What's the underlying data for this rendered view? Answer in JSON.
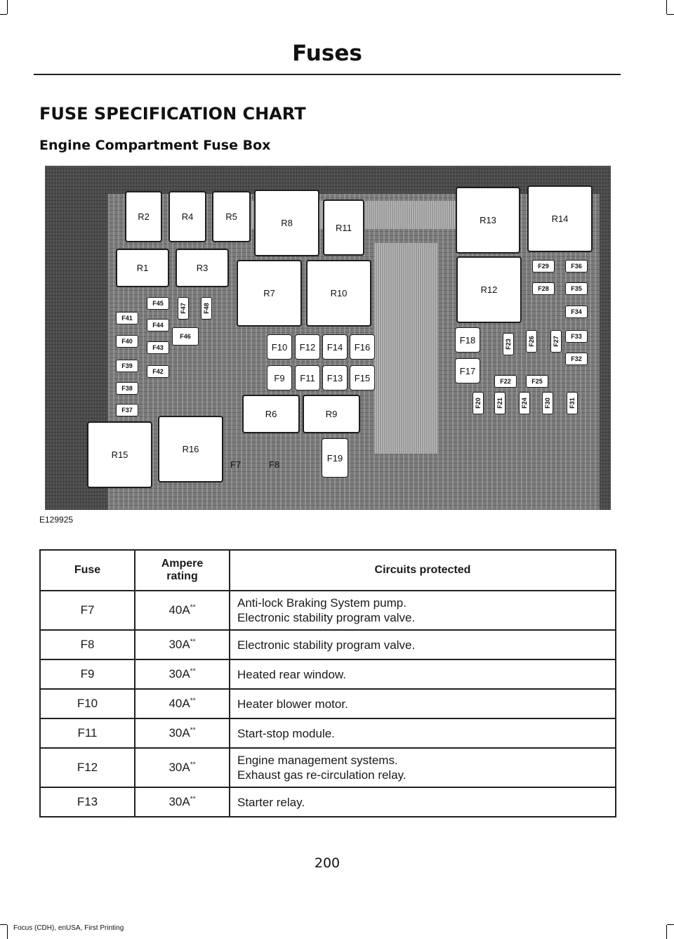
{
  "header": {
    "title": "Fuses"
  },
  "section_title": "FUSE SPECIFICATION CHART",
  "subsection_title": "Engine Compartment Fuse Box",
  "diagram": {
    "image_code": "E129925",
    "labels": {
      "R1": "R1",
      "R2": "R2",
      "R3": "R3",
      "R4": "R4",
      "R5": "R5",
      "R6": "R6",
      "R7": "R7",
      "R8": "R8",
      "R9": "R9",
      "R10": "R10",
      "R11": "R11",
      "R12": "R12",
      "R13": "R13",
      "R14": "R14",
      "R15": "R15",
      "R16": "R16",
      "F7": "F7",
      "F8": "F8",
      "F9": "F9",
      "F10": "F10",
      "F11": "F11",
      "F12": "F12",
      "F13": "F13",
      "F14": "F14",
      "F15": "F15",
      "F16": "F16",
      "F17": "F17",
      "F18": "F18",
      "F19": "F19",
      "F20": "F20",
      "F21": "F21",
      "F22": "F22",
      "F23": "F23",
      "F24": "F24",
      "F25": "F25",
      "F26": "F26",
      "F27": "F27",
      "F28": "F28",
      "F29": "F29",
      "F30": "F30",
      "F31": "F31",
      "F32": "F32",
      "F33": "F33",
      "F34": "F34",
      "F35": "F35",
      "F36": "F36",
      "F37": "F37",
      "F38": "F38",
      "F39": "F39",
      "F40": "F40",
      "F41": "F41",
      "F42": "F42",
      "F43": "F43",
      "F44": "F44",
      "F45": "F45",
      "F46": "F46",
      "F47": "F47",
      "F48": "F48"
    }
  },
  "table": {
    "headers": {
      "fuse": "Fuse",
      "ampere_line1": "Ampere",
      "ampere_line2": "rating",
      "circuits": "Circuits protected"
    },
    "rows": [
      {
        "fuse": "F7",
        "amp": "40A",
        "note": "**",
        "circuits": [
          "Anti-lock Braking System pump.",
          "Electronic stability program valve."
        ]
      },
      {
        "fuse": "F8",
        "amp": "30A",
        "note": "**",
        "circuits": [
          "Electronic stability program valve."
        ]
      },
      {
        "fuse": "F9",
        "amp": "30A",
        "note": "**",
        "circuits": [
          "Heated rear window."
        ]
      },
      {
        "fuse": "F10",
        "amp": "40A",
        "note": "**",
        "circuits": [
          "Heater blower motor."
        ]
      },
      {
        "fuse": "F11",
        "amp": "30A",
        "note": "**",
        "circuits": [
          "Start-stop module."
        ]
      },
      {
        "fuse": "F12",
        "amp": "30A",
        "note": "**",
        "circuits": [
          "Engine management systems.",
          "Exhaust gas re-circulation relay."
        ]
      },
      {
        "fuse": "F13",
        "amp": "30A",
        "note": "**",
        "circuits": [
          "Starter relay."
        ]
      }
    ]
  },
  "page_number": "200",
  "footer": "Focus (CDH), enUSA, First Printing"
}
